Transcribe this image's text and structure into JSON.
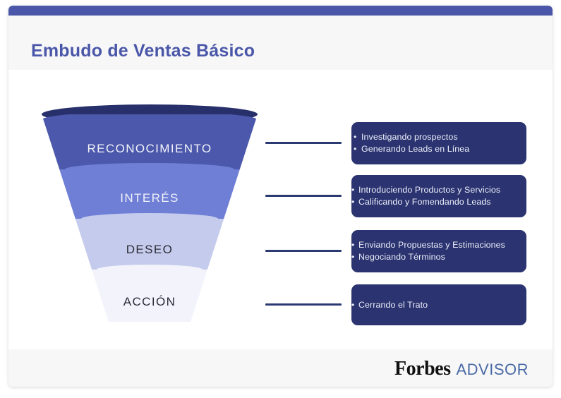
{
  "header": {
    "title": "Embudo de Ventas Básico",
    "title_color": "#4a57a8",
    "topbar_color": "#4a57a8"
  },
  "footer": {
    "logo_primary": "Forbes",
    "logo_secondary": "ADVISOR",
    "logo_secondary_color": "#4a6aa5"
  },
  "funnel": {
    "rim_color": "#27306b",
    "stages": [
      {
        "label": "RECONOCIMIENTO",
        "color": "#4b58ab",
        "text_color": "#f2f3fa"
      },
      {
        "label": "INTERÉS",
        "color": "#6f7fd6",
        "text_color": "#f2f3fa"
      },
      {
        "label": "DESEO",
        "color": "#c5cbec",
        "text_color": "#2c2c38"
      },
      {
        "label": "ACCIÓN",
        "color": "#f2f3fb",
        "text_color": "#2c2c38"
      }
    ]
  },
  "connectors": {
    "color": "#2b3a72",
    "count": 4
  },
  "detail_boxes": [
    {
      "box_color": "#2b3470",
      "items": [
        "Investigando prospectos",
        "Generando Leads en Línea"
      ]
    },
    {
      "box_color": "#2b3470",
      "items": [
        "Introduciendo Productos y Servicios",
        "Calificando y Fomendando Leads"
      ]
    },
    {
      "box_color": "#2b3470",
      "items": [
        "Enviando Propuestas y Estimaciones",
        "Negociando Términos"
      ]
    },
    {
      "box_color": "#2b3470",
      "items": [
        "Cerrando el Trato"
      ]
    }
  ],
  "bullet_glyph": "•"
}
